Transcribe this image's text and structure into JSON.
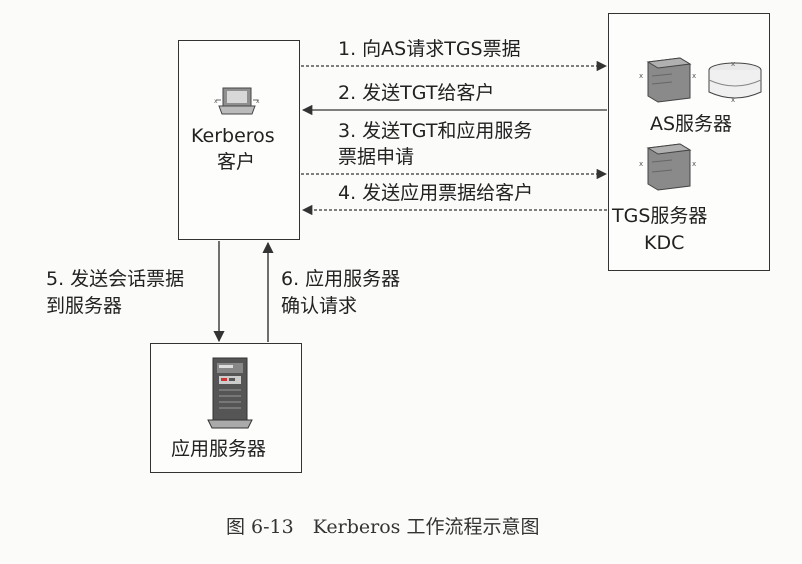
{
  "client": {
    "name": "Kerberos",
    "role": "客户"
  },
  "kdc": {
    "as_label": "AS服务器",
    "tgs_label": "TGS服务器",
    "kdc_label": "KDC"
  },
  "app_server": {
    "label": "应用服务器"
  },
  "messages": {
    "m1": "1. 向AS请求TGS票据",
    "m2": "2. 发送TGT给客户",
    "m3_line1": "3. 发送TGT和应用服务",
    "m3_line2": "票据申请",
    "m4": "4. 发送应用票据给客户",
    "m5_line1": "5. 发送会话票据",
    "m5_line2": "到服务器",
    "m6_line1": "6. 应用服务器",
    "m6_line2": "确认请求"
  },
  "caption": "图 6-13　Kerberos 工作流程示意图"
}
